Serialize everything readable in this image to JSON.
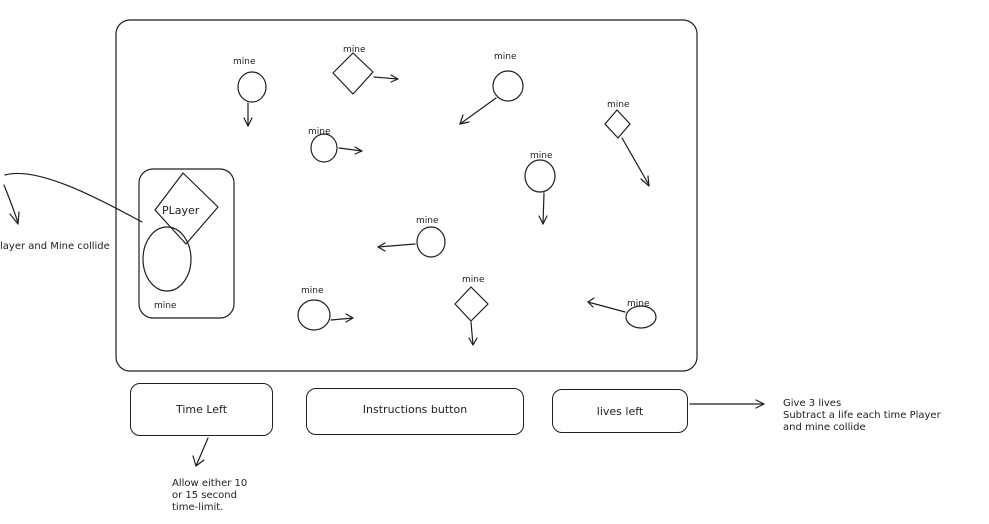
{
  "labels": {
    "mine": "mine",
    "player": "PLayer"
  },
  "notes": {
    "collide_cut": "layer and Mine collide"
  },
  "controls": {
    "time_left": "Time Left",
    "instructions": "Instructions button",
    "lives_left": "lives left"
  },
  "annotations": {
    "lives": [
      "Give 3 lives",
      "Subtract a life each time Player",
      "and mine collide"
    ],
    "time_limit": [
      "Allow either 10",
      "or 15 second",
      "time-limit."
    ]
  }
}
